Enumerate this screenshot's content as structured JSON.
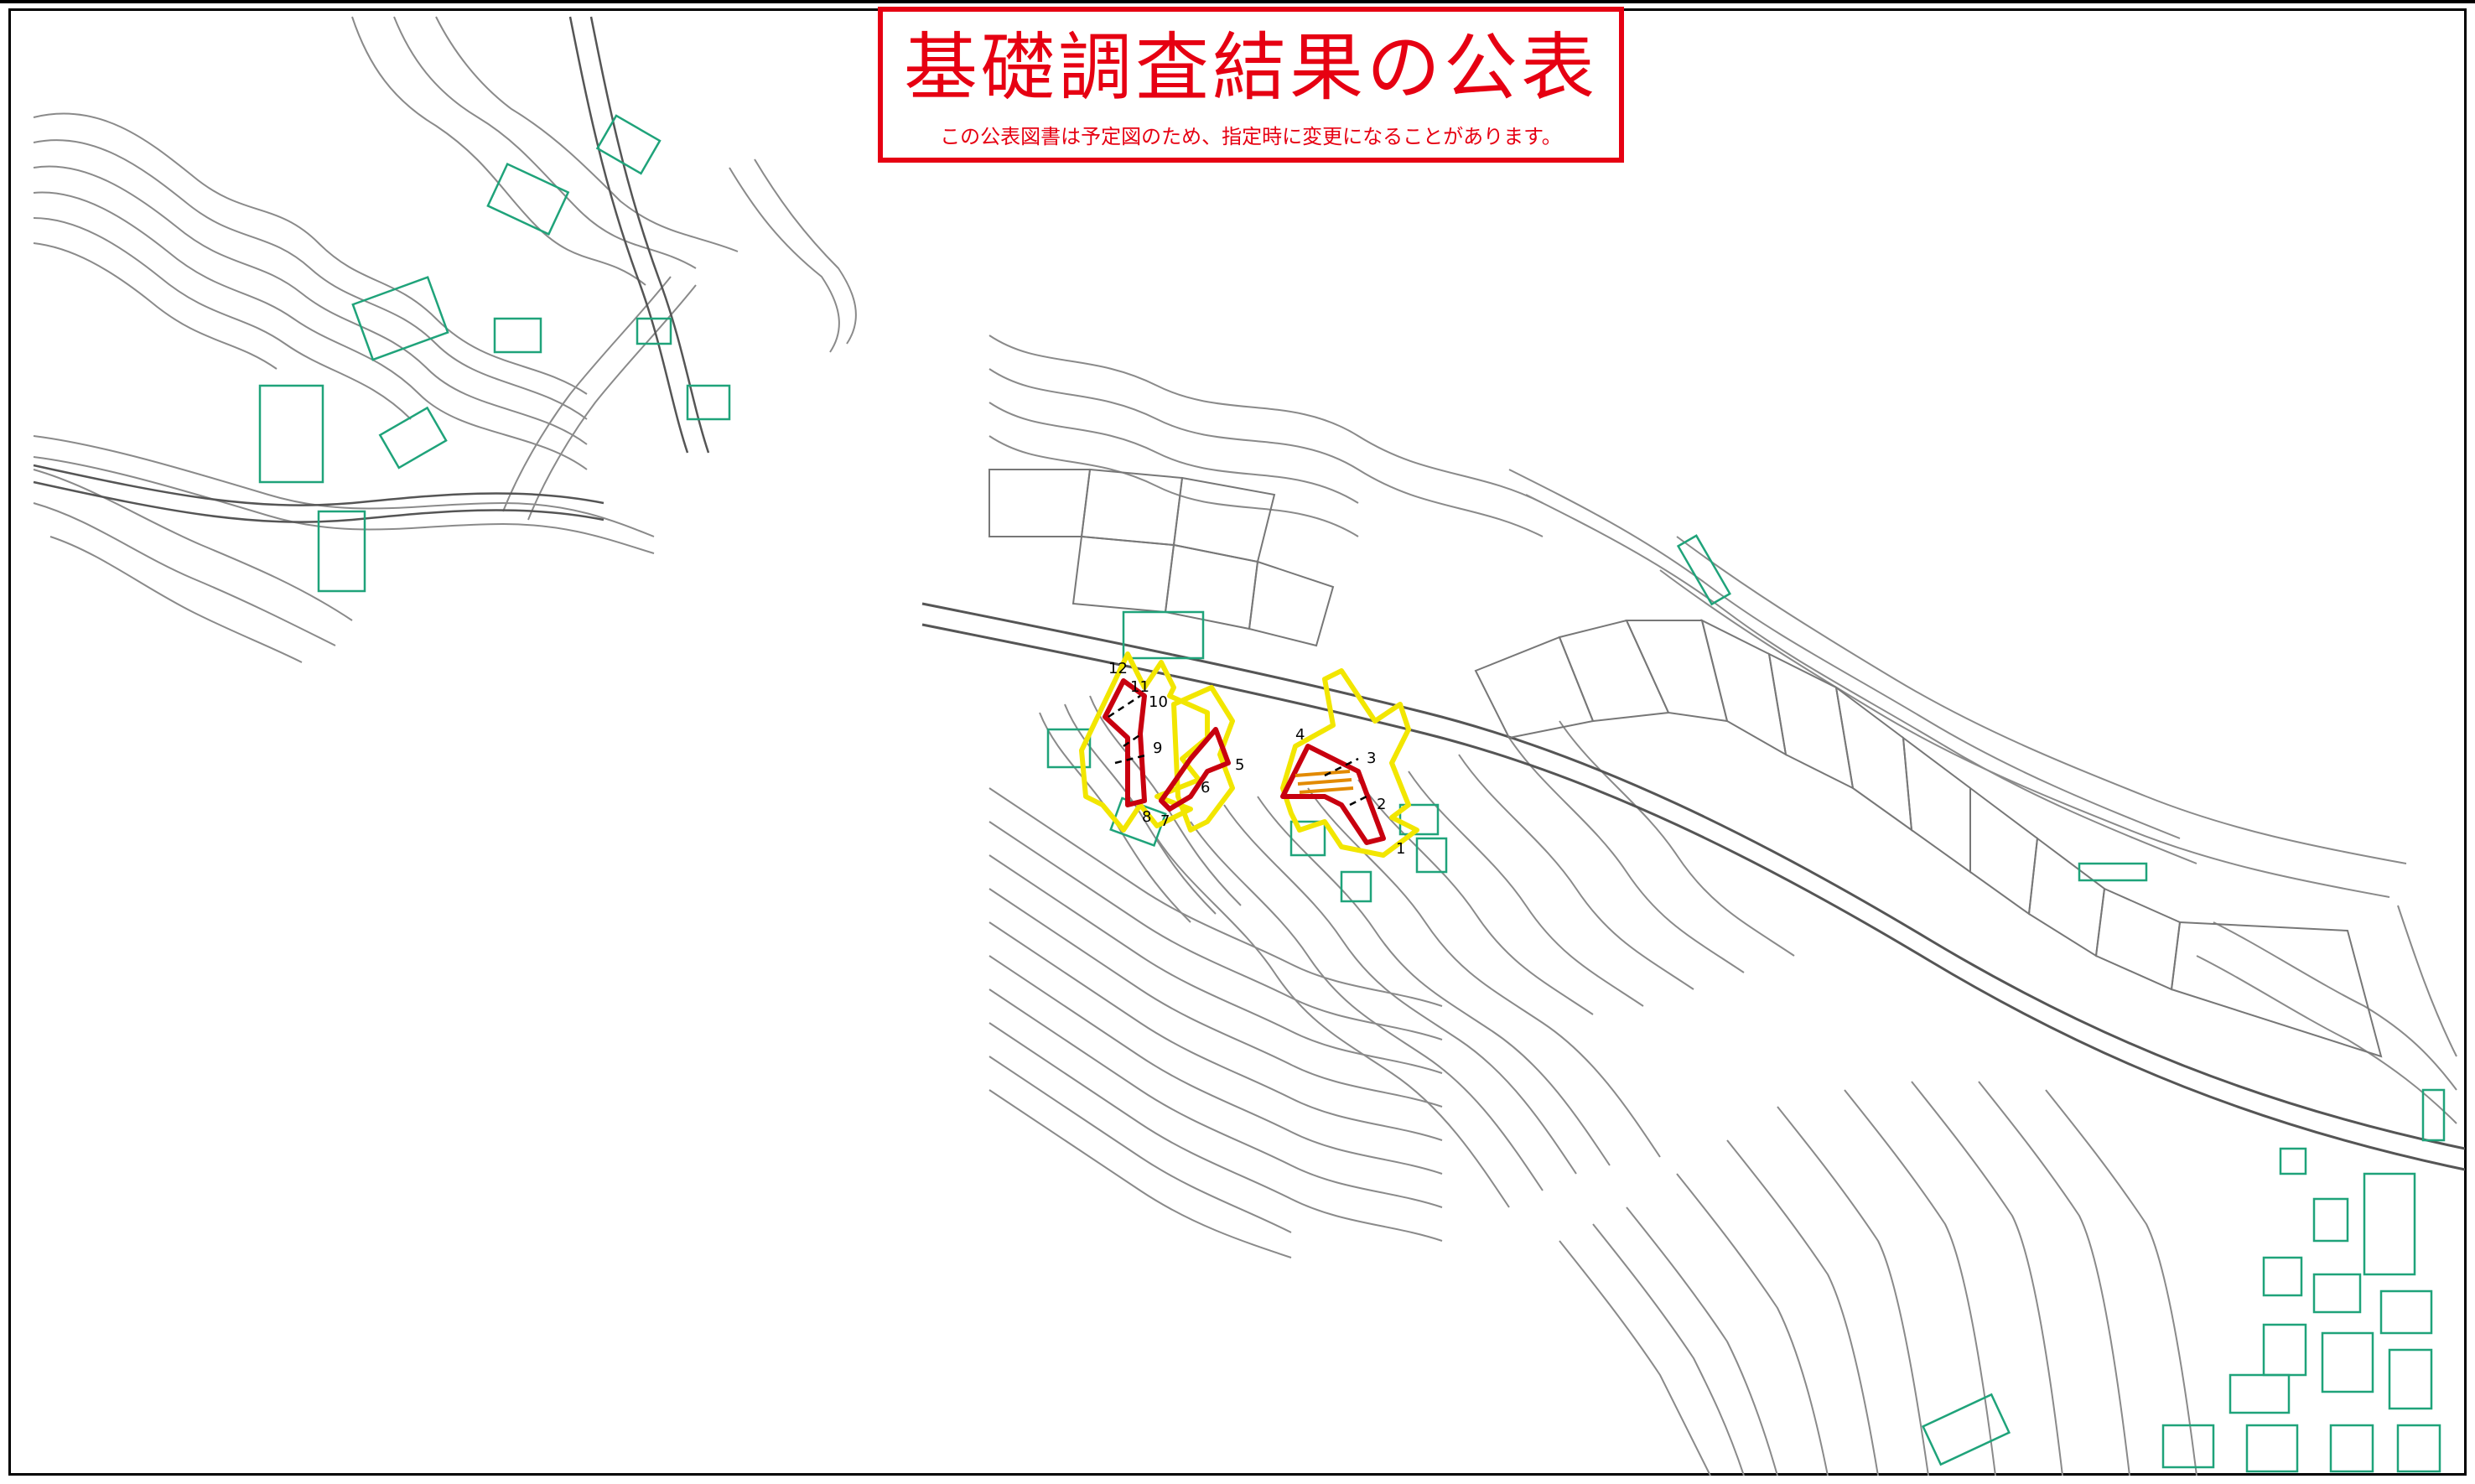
{
  "notice": {
    "title": "基礎調査結果の公表",
    "subtitle": "この公表図書は予定図のため、指定時に変更になることがあります。"
  },
  "colors": {
    "notice_red": "#e60012",
    "contour": "#8a8a8a",
    "building": "#1fa37a",
    "zone_yellow": "#f2e600",
    "zone_red": "#c8000f",
    "zone_orange": "#e28a00"
  },
  "point_labels": [
    "1",
    "2",
    "3",
    "4",
    "5",
    "6",
    "7",
    "8",
    "9",
    "10",
    "11",
    "12"
  ]
}
